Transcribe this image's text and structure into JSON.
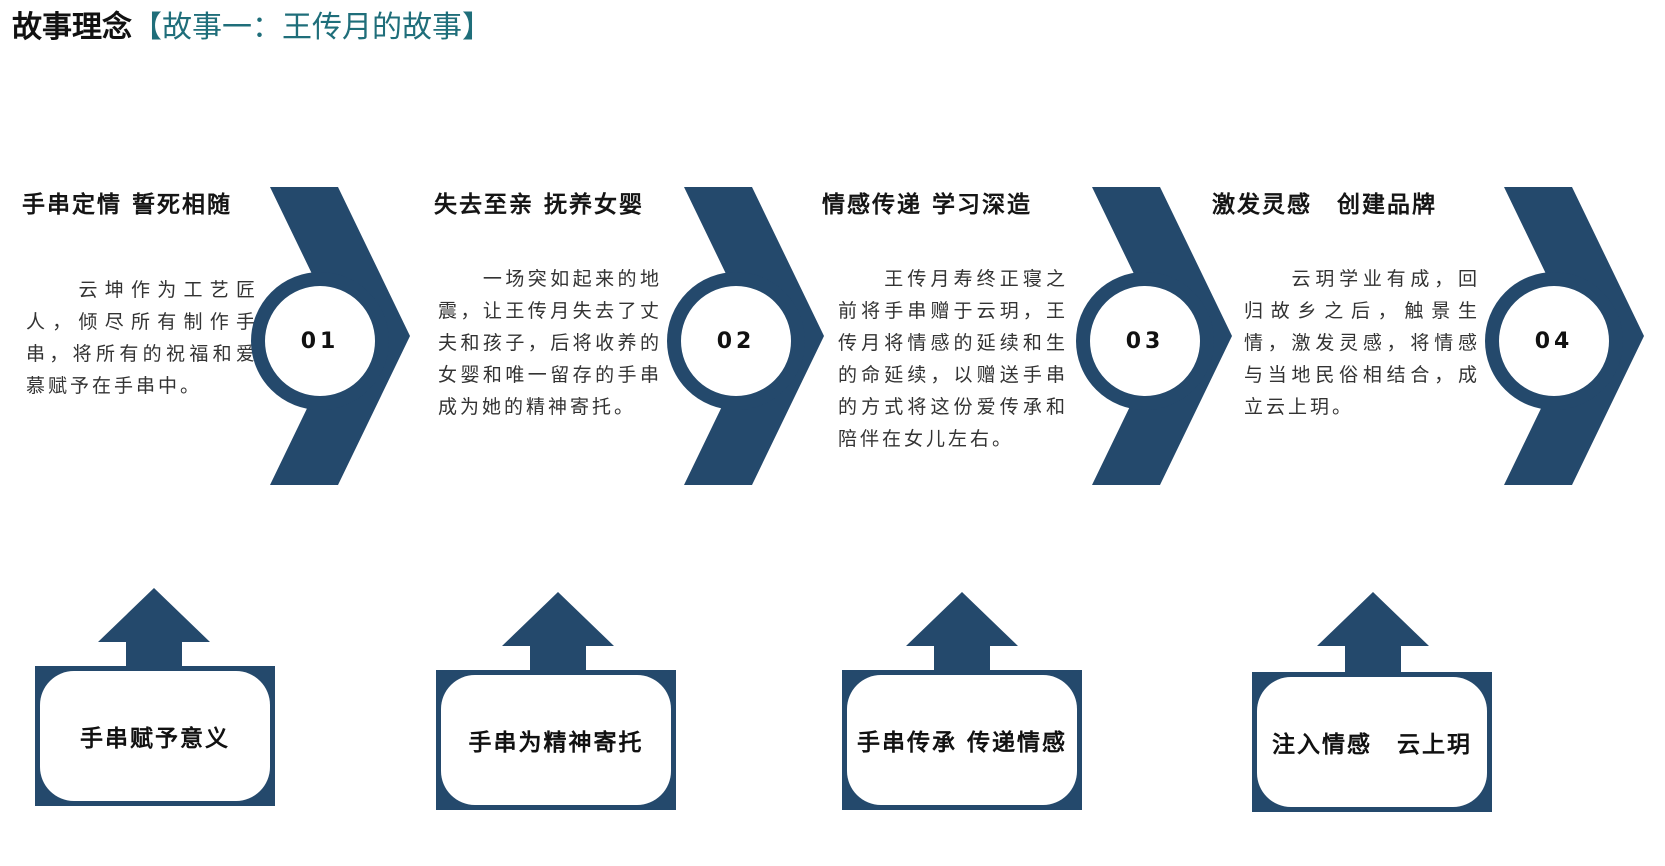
{
  "header": {
    "title": "故事理念",
    "subtitle": "【故事一：王传月的故事】"
  },
  "steps": [
    {
      "number": "01",
      "title": "手串定情 誓死相随",
      "body": "　　云坤作为工艺匠人，倾尽所有制作手串，将所有的祝福和爱慕赋予在手串中。",
      "box_label": "手串赋予意义"
    },
    {
      "number": "02",
      "title": "失去至亲 抚养女婴",
      "body": "　　一场突如起来的地震，让王传月失去了丈夫和孩子，后将收养的女婴和唯一留存的手串成为她的精神寄托。",
      "box_label": "手串为精神寄托"
    },
    {
      "number": "03",
      "title": "情感传递 学习深造",
      "body": "　　王传月寿终正寝之前将手串赠于云玥，王传月将情感的延续和生的命延续，以赠送手串的方式将这份爱传承和陪伴在女儿左右。",
      "box_label": "手串传承 传递情感"
    },
    {
      "number": "04",
      "title": "激发灵感　创建品牌",
      "body": "　　云玥学业有成，回归故乡之后，触景生情，激发灵感，将情感与当地民俗相结合，成立云上玥。",
      "box_label": "注入情感　云上玥"
    }
  ],
  "colors": {
    "navy": "#24496c",
    "subtitle": "#1f6e7a"
  }
}
